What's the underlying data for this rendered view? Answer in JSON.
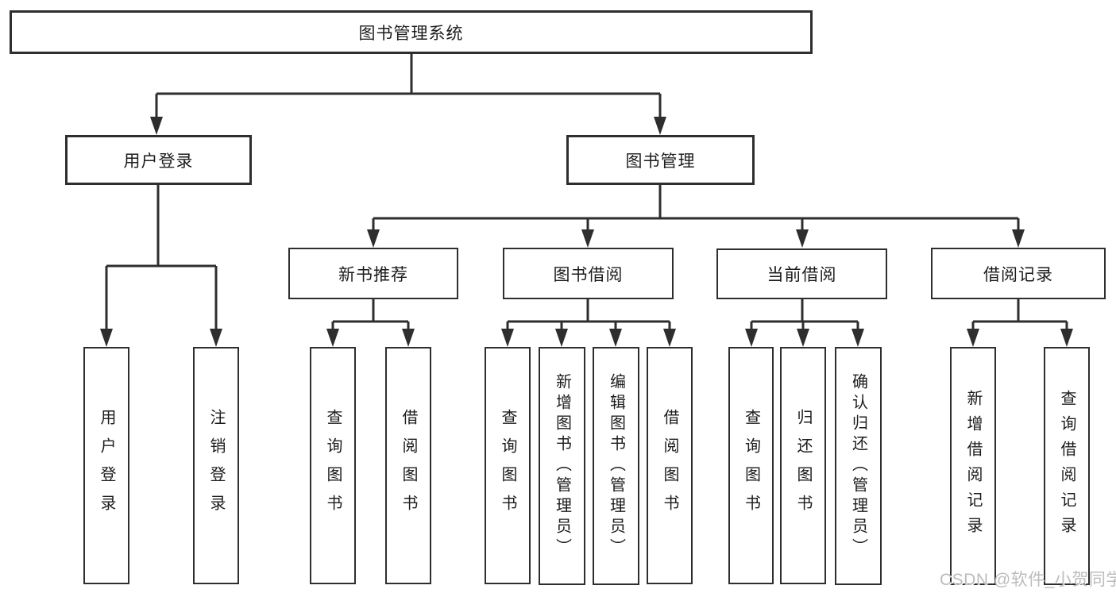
{
  "diagram_title": "图书管理系统",
  "tree": {
    "root": {
      "label": "图书管理系统"
    },
    "branches": [
      {
        "label": "用户登录",
        "children": [
          {
            "label": "用户登录"
          },
          {
            "label": "注销登录"
          }
        ]
      },
      {
        "label": "图书管理",
        "children": [
          {
            "label": "新书推荐",
            "children": [
              {
                "label": "查询图书"
              },
              {
                "label": "借阅图书"
              }
            ]
          },
          {
            "label": "图书借阅",
            "children": [
              {
                "label": "查询图书"
              },
              {
                "label": "新增图书（管理员）"
              },
              {
                "label": "编辑图书（管理员）"
              },
              {
                "label": "借阅图书"
              }
            ]
          },
          {
            "label": "当前借阅",
            "children": [
              {
                "label": "查询图书"
              },
              {
                "label": "归还图书"
              },
              {
                "label": "确认归还（管理员）"
              }
            ]
          },
          {
            "label": "借阅记录",
            "children": [
              {
                "label": "新增借阅记录"
              },
              {
                "label": "查询借阅记录"
              }
            ]
          }
        ]
      }
    ]
  },
  "watermark": {
    "text": "CSDN @软件_小贺同学",
    "color": "#bcbcbc"
  },
  "colors": {
    "line": "#2e2e2e",
    "box_border": "#2e2e2e",
    "text": "#1c1c1c",
    "background": "#ffffff"
  }
}
